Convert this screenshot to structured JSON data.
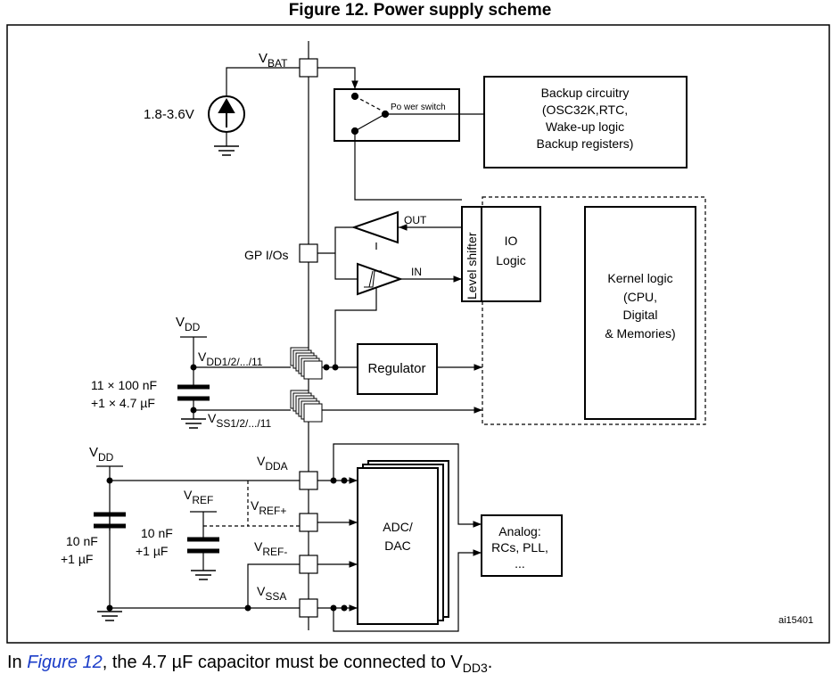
{
  "figure": {
    "title": "Figure 12. Power supply scheme",
    "id_tag": "ai15401"
  },
  "labels": {
    "vbat_main": "V",
    "vbat_sub": "BAT",
    "battery_voltage": "1.8-3.6V",
    "power_switch": "Po wer switch",
    "backup_line1": "Backup circuitry",
    "backup_line2": "(OSC32K,RTC,",
    "backup_line3": "Wake-up logic",
    "backup_line4": "Backup registers)",
    "out": "OUT",
    "in": "IN",
    "gpios": "GP I/Os",
    "level_shifter": "Level shifter",
    "io_line1": "IO",
    "io_line2": "Logic",
    "kernel_line1": "Kernel logic",
    "kernel_line2": "(CPU,",
    "kernel_line3": "Digital",
    "kernel_line4": "& Memories)",
    "regulator": "Regulator",
    "vdd_top_main": "V",
    "vdd_top_sub": "DD",
    "vdd123_main": "V",
    "vdd123_sub": "DD1/2/.../11",
    "cap_top_line1": "11 × 100 nF",
    "cap_top_line2": "+1 × 4.7 µF",
    "vss123_main": "V",
    "vss123_sub": "SS1/2/.../11",
    "vdd_bot_main": "V",
    "vdd_bot_sub": "DD",
    "vdda_main": "V",
    "vdda_sub": "DDA",
    "vref_main": "V",
    "vref_sub": "REF",
    "vrefp_main": "V",
    "vrefp_sub": "REF+",
    "vrefm_main": "V",
    "vrefm_sub": "REF-",
    "vssa_main": "V",
    "vssa_sub": "SSA",
    "cap_left_line1": "10 nF",
    "cap_left_line2": "+1 µF",
    "cap_mid_line1": "10 nF",
    "cap_mid_line2": "+1 µF",
    "adc_line1": "ADC/",
    "adc_line2": "DAC",
    "analog_line1": "Analog:",
    "analog_line2": "RCs, PLL,",
    "analog_line3": "..."
  },
  "caption": {
    "prefix": "In ",
    "ref": "Figure 12",
    "middle": ", the 4.7 µF capacitor must be connected to V",
    "sub": "DD3",
    "suffix": "."
  },
  "colors": {
    "line": "#000000",
    "link": "#1a3cc8"
  }
}
